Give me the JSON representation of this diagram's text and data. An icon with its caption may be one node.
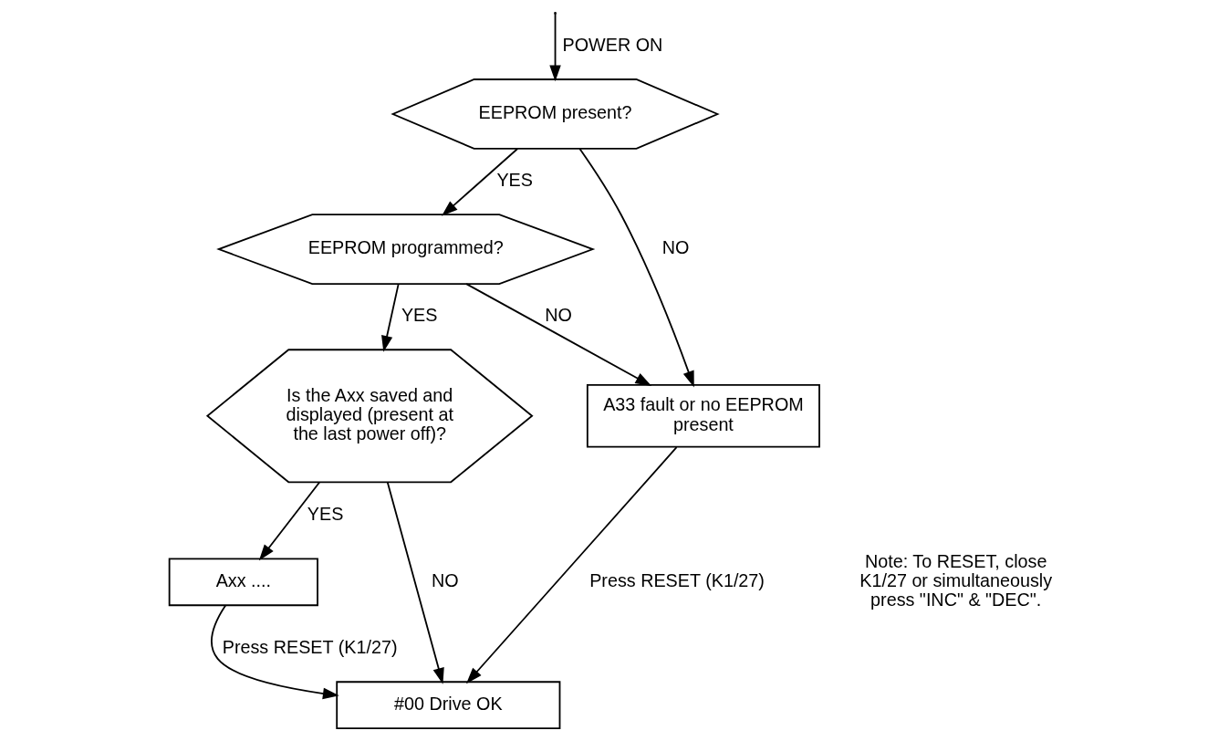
{
  "diagram": {
    "nodes": [
      {
        "text": [
          "EEPROM present?"
        ]
      },
      {
        "text": [
          "EEPROM programmed?"
        ]
      },
      {
        "text": [
          "Is the Axx saved and displayed (present at the last power off)?"
        ]
      },
      {
        "text": [
          "A33 fault or no EEPROM present"
        ]
      },
      {
        "text": [
          "Axx ...."
        ]
      },
      {
        "text": [
          "#00 Drive OK"
        ]
      }
    ],
    "edges": [
      {
        "from": null,
        "to": 0,
        "arrow": "to",
        "label": "POWER ON"
      },
      {
        "from": 0,
        "to": 1,
        "arrow": "to",
        "label": "YES"
      },
      {
        "from": 0,
        "to": 3,
        "arrow": "to",
        "label": "NO"
      },
      {
        "from": 1,
        "to": 3,
        "arrow": "to",
        "label": "NO"
      },
      {
        "from": 1,
        "to": 2,
        "arrow": "to",
        "label": "YES"
      },
      {
        "from": 2,
        "to": 5,
        "arrow": "to",
        "label": "NO"
      },
      {
        "from": 2,
        "to": 4,
        "arrow": "to",
        "label": "YES"
      },
      {
        "from": 4,
        "to": 5,
        "arrow": "to",
        "label": "Press RESET (K1/27)"
      },
      {
        "from": 3,
        "to": 5,
        "arrow": "to",
        "label": "Press RESET (K1/27)"
      }
    ],
    "labels": [
      "Note: To RESET, close K1/27 or simultaneously press \"INC\" & \"DEC\"."
    ]
  }
}
